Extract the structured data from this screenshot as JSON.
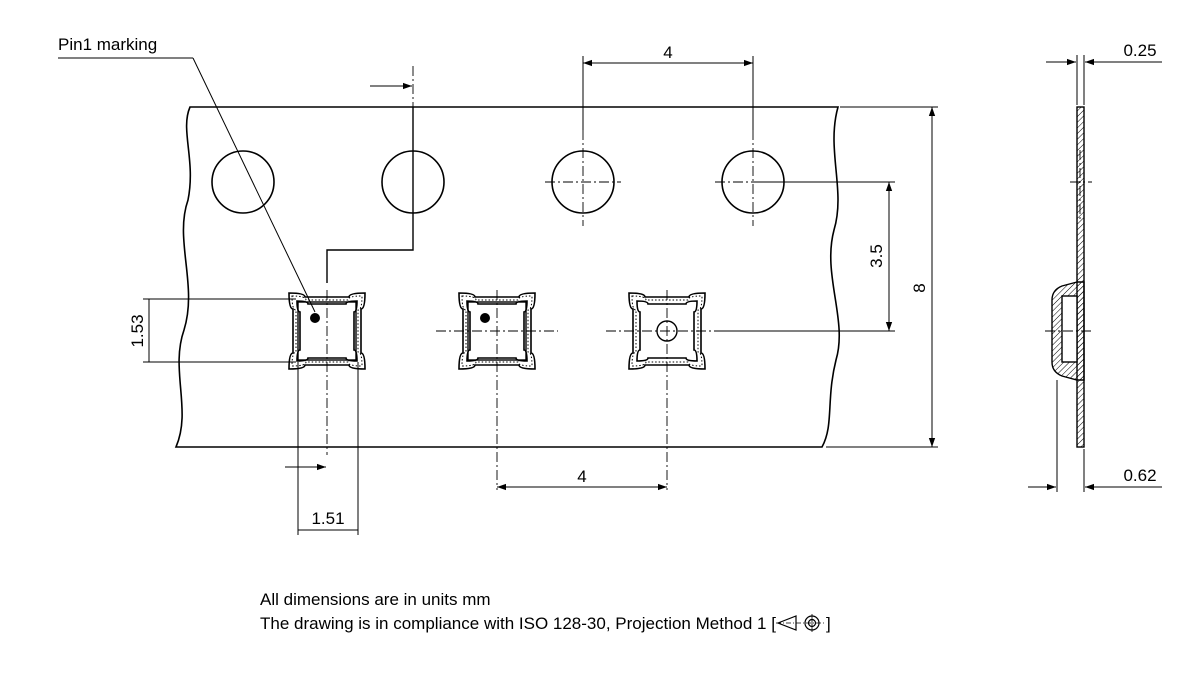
{
  "labels": {
    "pin1": "Pin1 marking"
  },
  "dimensions": {
    "pitch_top": "4",
    "pitch_bottom": "4",
    "pocket_height": "1.53",
    "pocket_width": "1.51",
    "hole_to_pocket": "3.5",
    "tape_width": "8",
    "tape_thickness": "0.25",
    "pocket_depth": "0.62"
  },
  "notes": {
    "units": "All dimensions are in units mm",
    "compliance_prefix": "The drawing is in compliance with ISO 128-30, Projection Method 1 [",
    "compliance_suffix": "]"
  },
  "icons": {
    "projection": "first-angle-projection-icon"
  }
}
